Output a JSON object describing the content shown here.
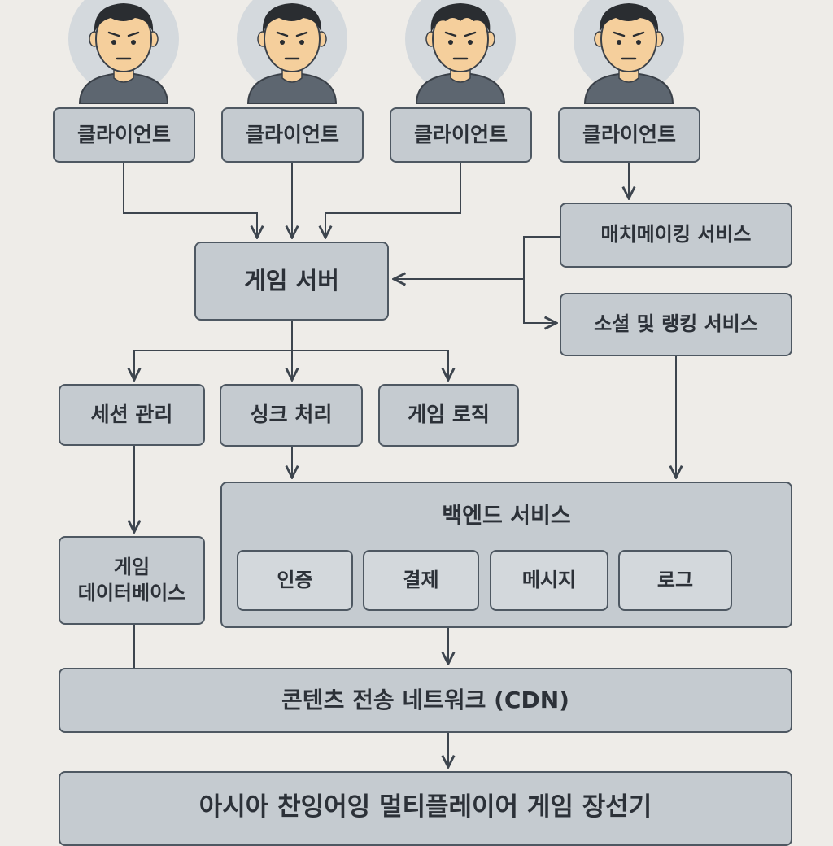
{
  "clients": [
    {
      "label": "클라이언트"
    },
    {
      "label": "클라이언트"
    },
    {
      "label": "클라이언트"
    },
    {
      "label": "클라이언트"
    }
  ],
  "game_server": {
    "label": "게임 서버"
  },
  "matchmaking": {
    "label": "매치메이킹 서비스"
  },
  "social": {
    "label": "소셜 및 랭킹 서비스"
  },
  "session": {
    "label": "세션 관리"
  },
  "sync": {
    "label": "싱크 처리"
  },
  "logic": {
    "label": "게임 로직"
  },
  "database": {
    "line1": "게임",
    "line2": "데이터베이스"
  },
  "backend": {
    "title": "백엔드 서비스",
    "items": [
      {
        "label": "인증"
      },
      {
        "label": "결제"
      },
      {
        "label": "메시지"
      },
      {
        "label": "로그"
      }
    ]
  },
  "cdn": {
    "label": "콘텐츠 전송 네트워크 (CDN)"
  },
  "bottom": {
    "label": "아시아 찬잉어잉 멀티플레이어 게임 장선기"
  },
  "colors": {
    "background": "#eeece8",
    "box_fill": "#c5cbd0",
    "box_border": "#4e5862",
    "avatar_halo": "#d4d9dd",
    "avatar_skin": "#f5cf9c",
    "avatar_hair": "#2a2d31",
    "avatar_shirt": "#5d6670"
  },
  "icons": {
    "avatar": "person-avatar-icon",
    "arrow": "arrow-head-icon"
  }
}
